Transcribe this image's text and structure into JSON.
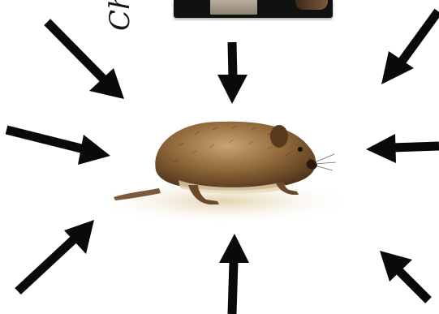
{
  "diagram": {
    "partial_title": "Ch",
    "center_subject": "rodent-illustration",
    "thumbnail": "cropped-photo-thumbnail",
    "arrow_count": 8,
    "colors": {
      "arrow": "#0a0a0a",
      "fur_dark": "#4a3018",
      "fur_mid": "#8a6336",
      "fur_light": "#c9a472",
      "belly": "#e8d6b4",
      "ground": "#e9dcc0",
      "background": "#ffffff"
    }
  }
}
